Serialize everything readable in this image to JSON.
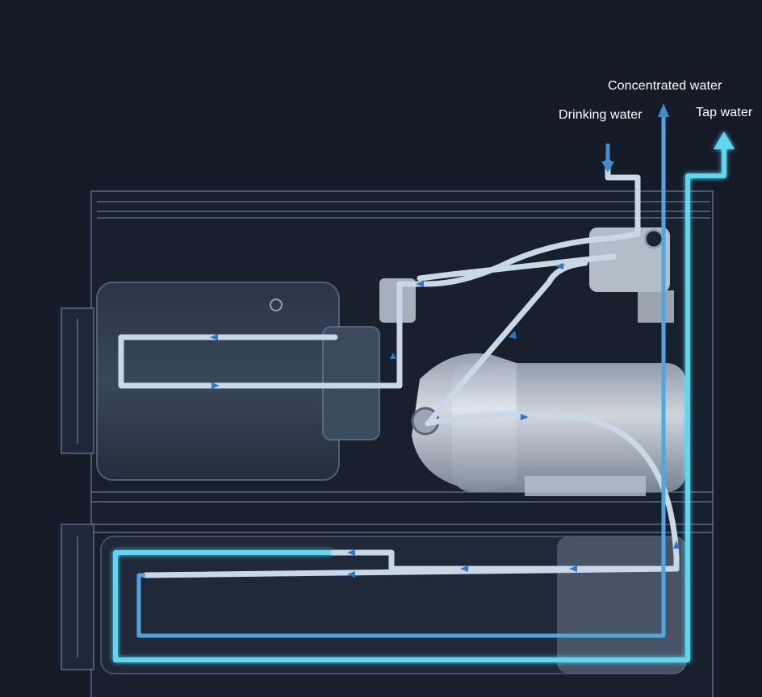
{
  "labels": {
    "concentrated": "Concentrated water",
    "drinking": "Drinking water",
    "tap": "Tap water"
  },
  "colors": {
    "background": "#151b27",
    "purified_flow": "#c8d8e6",
    "tap_flow": "#5fd6f2",
    "concentrate_flow": "#3d8fd0",
    "machine_outline": "#7a93ad",
    "arrow_marker": "#2b78c8"
  }
}
